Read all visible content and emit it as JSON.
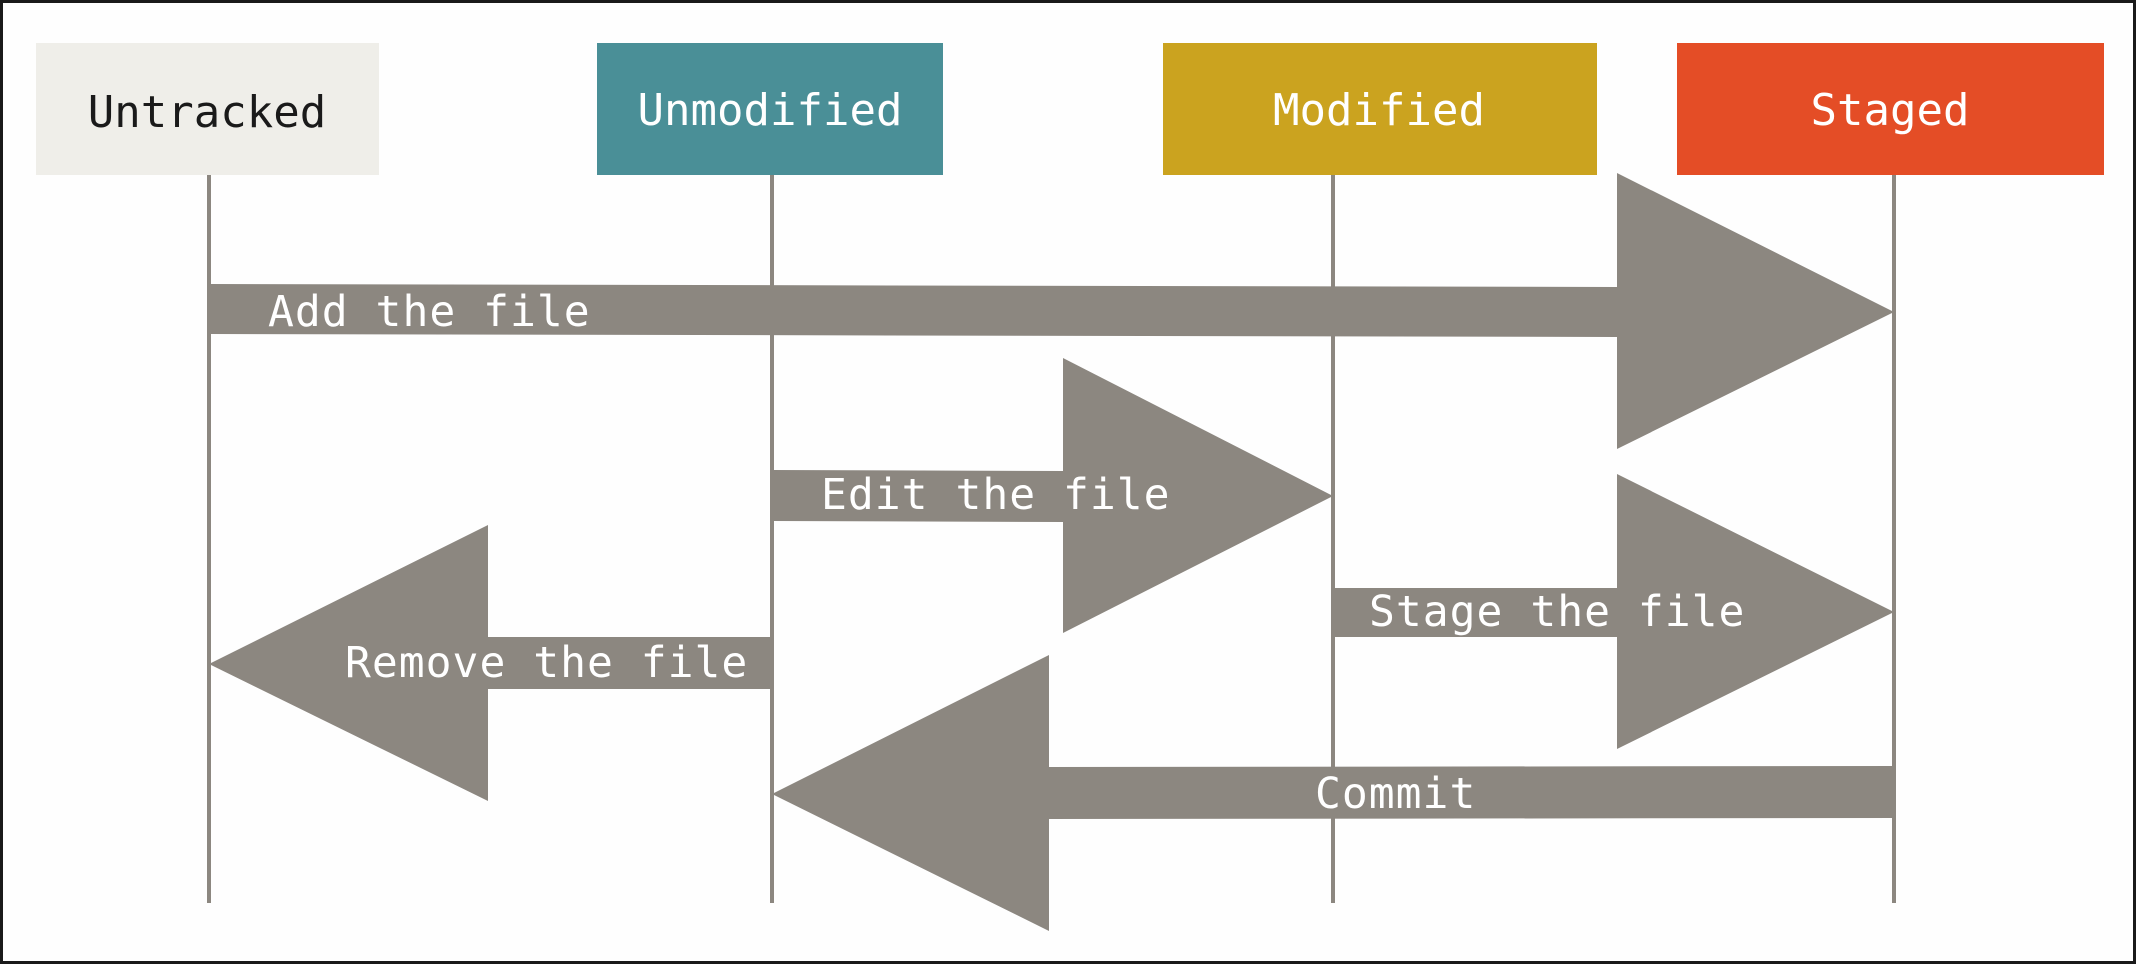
{
  "states": [
    {
      "id": "untracked",
      "label": "Untracked",
      "bg": "#efeee9",
      "fg": "#1a1a1a"
    },
    {
      "id": "unmodified",
      "label": "Unmodified",
      "bg": "#4a8f97",
      "fg": "#ffffff"
    },
    {
      "id": "modified",
      "label": "Modified",
      "bg": "#cba31f",
      "fg": "#ffffff"
    },
    {
      "id": "staged",
      "label": "Staged",
      "bg": "#e44d26",
      "fg": "#ffffff"
    }
  ],
  "transitions": [
    {
      "id": "add",
      "label": "Add the file",
      "from": "Untracked",
      "to": "Staged"
    },
    {
      "id": "edit",
      "label": "Edit the file",
      "from": "Unmodified",
      "to": "Modified"
    },
    {
      "id": "stage",
      "label": "Stage the file",
      "from": "Modified",
      "to": "Staged"
    },
    {
      "id": "remove",
      "label": "Remove the file",
      "from": "Unmodified",
      "to": "Untracked"
    },
    {
      "id": "commit",
      "label": "Commit",
      "from": "Staged",
      "to": "Unmodified"
    }
  ],
  "colors": {
    "arrow": "#8c8780",
    "lifeline": "#8c8780",
    "arrow_text": "#ffffff"
  }
}
